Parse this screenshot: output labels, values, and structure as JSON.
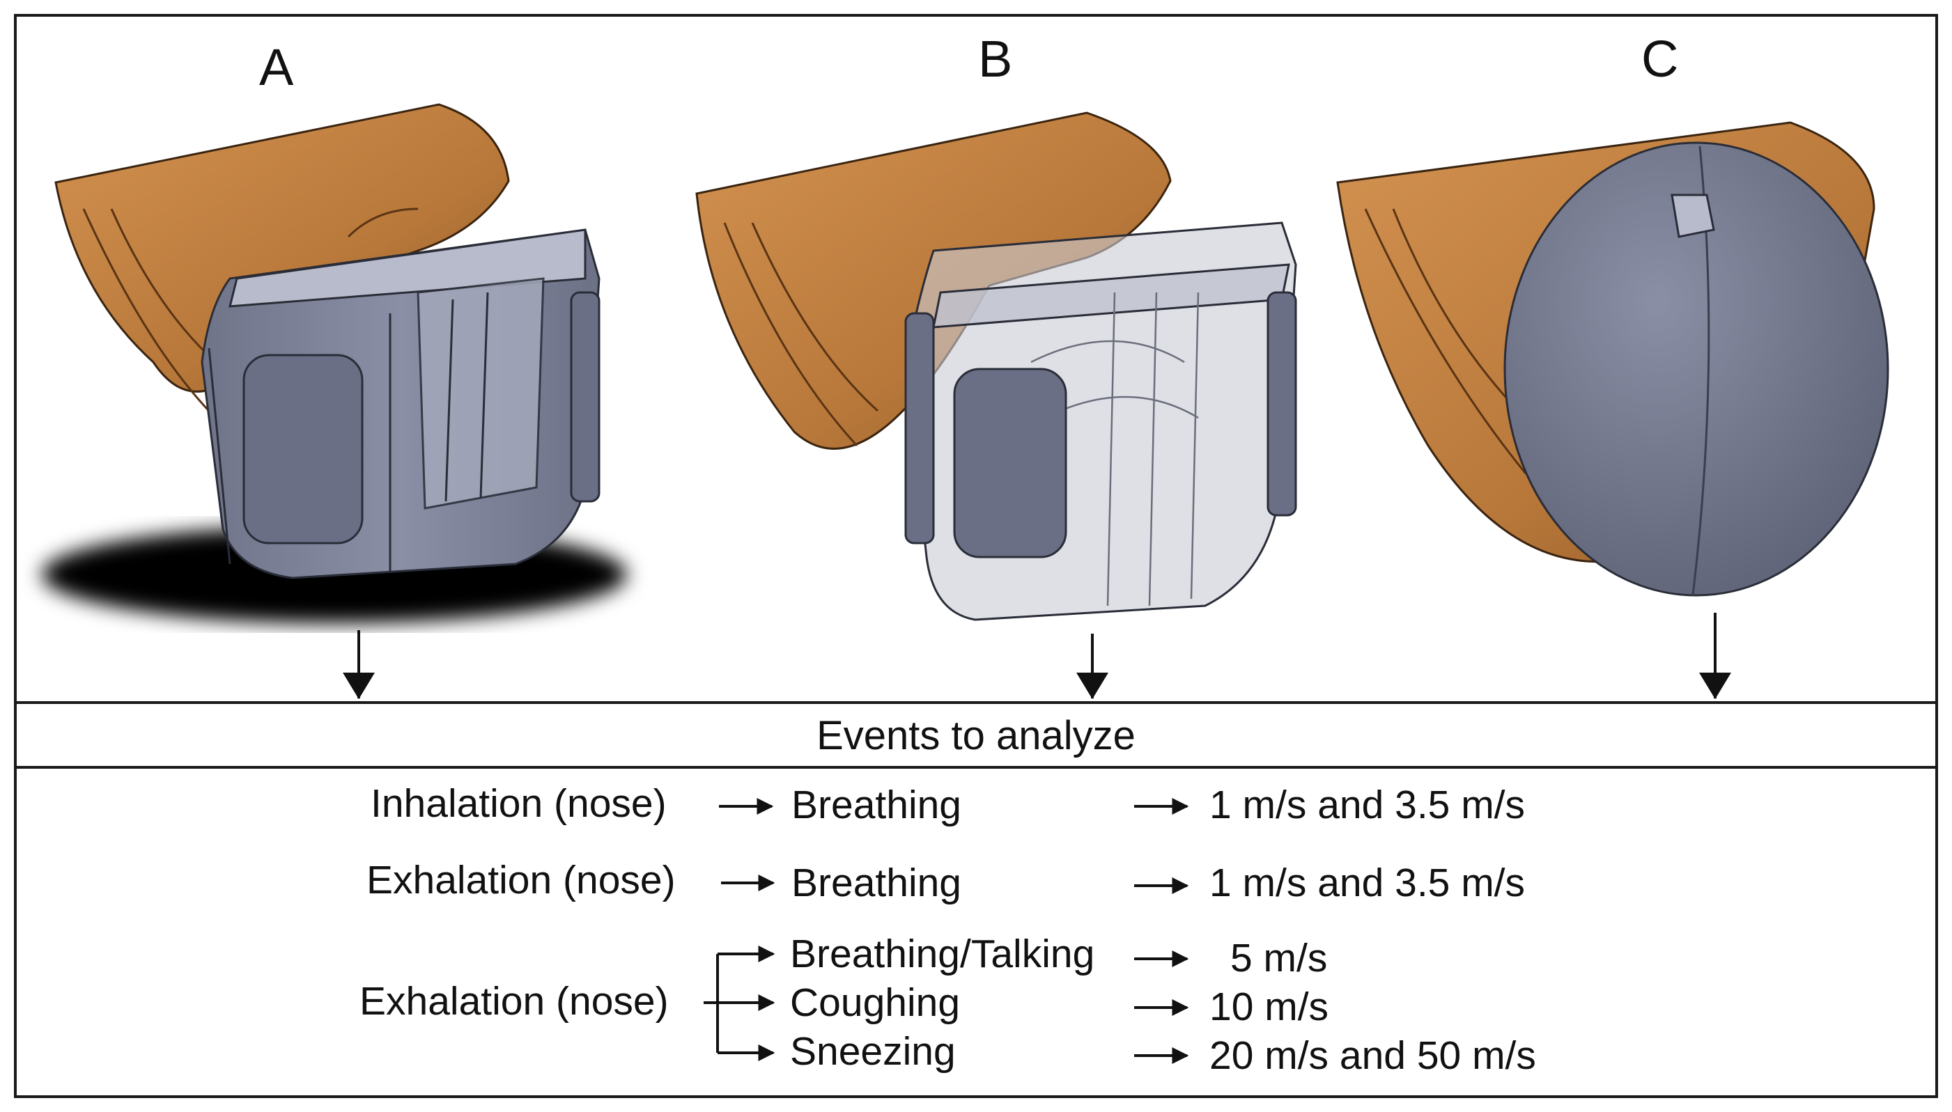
{
  "panels": {
    "a": {
      "label": "A"
    },
    "b": {
      "label": "B"
    },
    "c": {
      "label": "C"
    }
  },
  "band": {
    "label": "Events to analyze"
  },
  "events": {
    "row1": {
      "source": "Inhalation (nose)",
      "event": "Breathing",
      "speed": "1 m/s and 3.5 m/s"
    },
    "row2": {
      "source": "Exhalation (nose)",
      "event": "Breathing",
      "speed": "1 m/s and 3.5 m/s"
    },
    "group": {
      "source": "Exhalation (nose)",
      "items": [
        {
          "event": "Breathing/Talking",
          "speed": "5 m/s"
        },
        {
          "event": "Coughing",
          "speed": "10 m/s"
        },
        {
          "event": "Sneezing",
          "speed": "20 m/s and 50 m/s"
        }
      ]
    }
  },
  "colors": {
    "head": "#c0813e",
    "head_dark": "#8a5422",
    "mask": "#7d8299",
    "mask_light": "#b9bdcc",
    "outline": "#1a1a1a"
  }
}
